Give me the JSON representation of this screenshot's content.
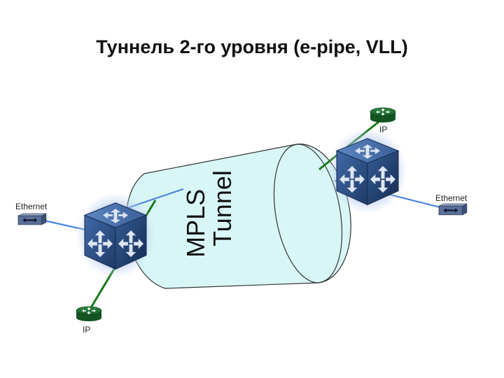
{
  "slide": {
    "title": "Туннель 2-го уровня (e-pipe, VLL)"
  },
  "tunnel": {
    "line1": "MPLS",
    "line2": "Tunnel"
  },
  "left_site": {
    "ethernet_label": "Ethernet",
    "ip_label": "IP"
  },
  "right_site": {
    "ethernet_label": "Ethernet",
    "ip_label": "IP"
  },
  "colors": {
    "tunnel_fill": "#d8f6f6",
    "tunnel_stroke": "#333333",
    "ethernet_link": "#4a86d8",
    "ip_link": "#1a7a1a",
    "switch_body": "#2a4a7a",
    "router": "#1d6b2e"
  },
  "icons": [
    "switch-icon",
    "router-icon",
    "ethernet-device-icon"
  ]
}
